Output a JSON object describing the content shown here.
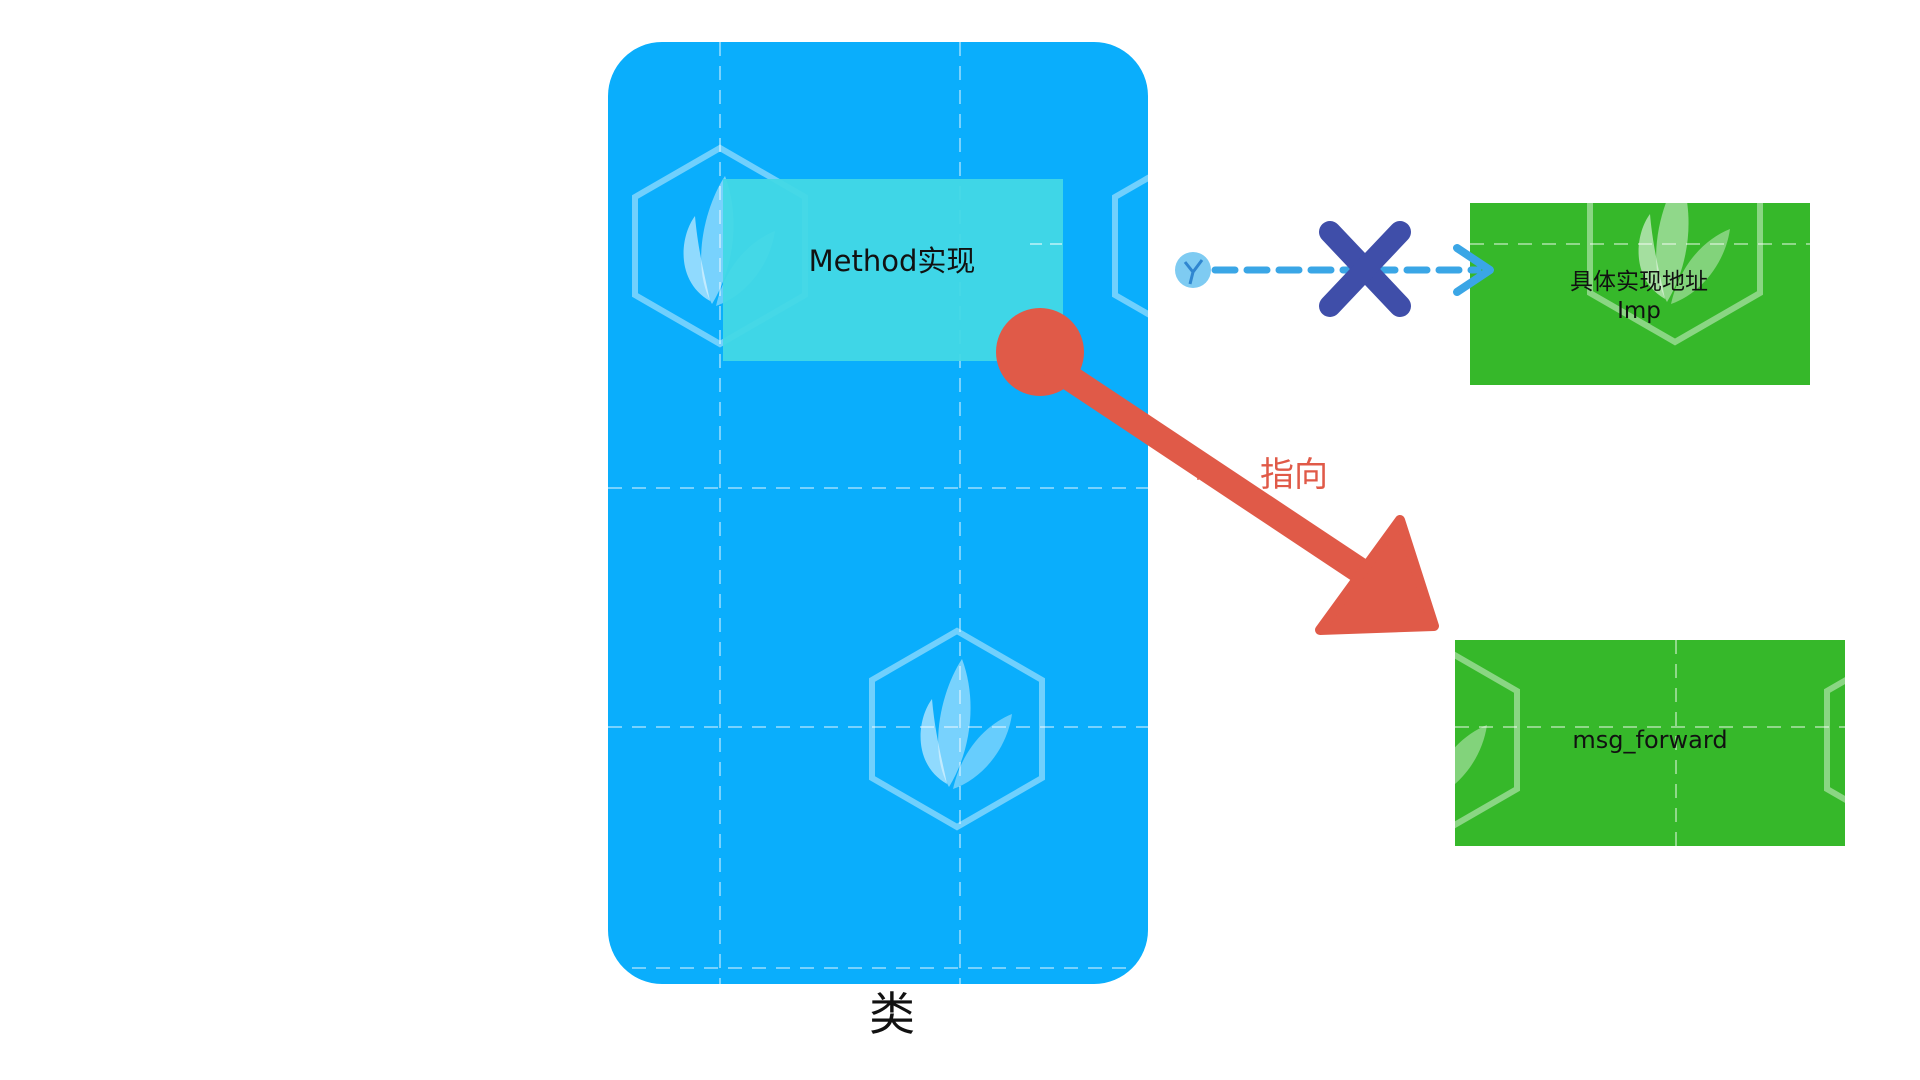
{
  "class_box": {
    "label": "类",
    "color": "#0aaefc"
  },
  "method_box": {
    "label": "Method实现",
    "color": "#42d8e6"
  },
  "imp_box": {
    "label_line1": "具体实现地址",
    "label_line2": "Imp",
    "color": "#36b82a"
  },
  "forward_box": {
    "label": "msg_forward",
    "color": "#36b82a"
  },
  "arrows": {
    "blocked_link": {
      "style": "dashed",
      "color": "#3aa6e6",
      "status_icon": "cross-icon",
      "status_color": "#3f4ea9"
    },
    "points_to": {
      "label": "指向",
      "color": "#e05a48"
    }
  },
  "icons": {
    "watermark": "hexagon-leaf-icon"
  }
}
